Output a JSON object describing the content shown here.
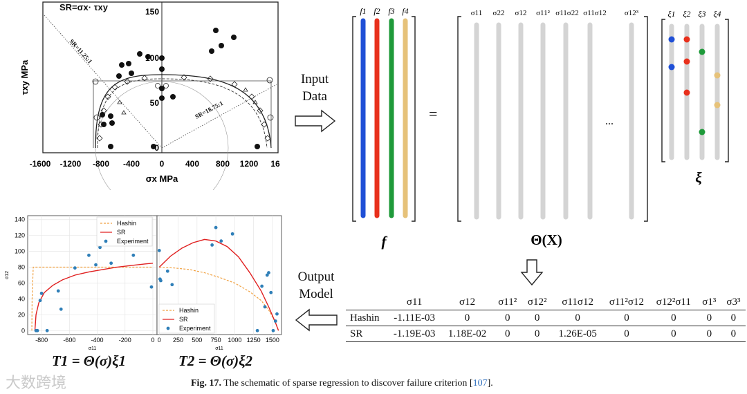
{
  "experimental_plot": {
    "title": "SR=σx· τxy",
    "xlabel": "σx MPa",
    "ylabel": "τxy MPa",
    "x_ticks": [
      "-1600",
      "-1200",
      "-800",
      "-400",
      "0",
      "400",
      "800",
      "1200",
      "16"
    ],
    "y_ticks": [
      "150",
      "100",
      "50",
      "0"
    ],
    "line_label_left": "SR=11.25:1",
    "line_label_right": "SR=18.75:1"
  },
  "arrows": {
    "input_label": "Input\nData",
    "output_label": "Output\nModel"
  },
  "feature_matrix": {
    "f_labels": [
      "f1",
      "f2",
      "f3",
      "f4"
    ],
    "f_colors": [
      "#1f4fd6",
      "#e8301c",
      "#1f9a3a",
      "#e6c27a"
    ],
    "f_symbol": "f",
    "equals": "=",
    "theta_labels": [
      "σ11",
      "σ22",
      "σ12",
      "σ11²",
      "σ11σ22",
      "σ11σ12",
      "σ12³"
    ],
    "ellipsis": "...",
    "theta_symbol": "Θ(X)",
    "xi_labels": [
      "ξ1",
      "ξ2",
      "ξ3",
      "ξ4"
    ],
    "xi_symbol": "ξ"
  },
  "coef_table": {
    "headers": [
      "",
      "σ11",
      "σ12",
      "σ11²",
      "σ12²",
      "σ11σ12",
      "σ11²σ12",
      "σ12²σ11",
      "σ1³",
      "σ3³"
    ],
    "rows": [
      [
        "Hashin",
        "-1.11E-03",
        "0",
        "0",
        "0",
        "0",
        "0",
        "0",
        "0",
        "0"
      ],
      [
        "SR",
        "-1.19E-03",
        "1.18E-02",
        "0",
        "0",
        "1.26E-05",
        "0",
        "0",
        "0",
        "0"
      ]
    ]
  },
  "chart_data": [
    {
      "type": "line",
      "title": "",
      "xlabel": "σ11",
      "ylabel": "σ12",
      "xlim": [
        -900,
        30
      ],
      "ylim": [
        -5,
        145
      ],
      "x_ticks": [
        -800,
        -600,
        -400,
        -200,
        0
      ],
      "y_ticks": [
        0,
        20,
        40,
        60,
        80,
        100,
        120,
        140
      ],
      "legend": "top-center",
      "series": [
        {
          "name": "Hashin",
          "kind": "line",
          "style": "dashed",
          "color": "#f0a040",
          "x": [
            -870,
            -868,
            -860,
            -800,
            -700,
            -600,
            -500,
            -400,
            -300,
            -200,
            -100,
            0
          ],
          "y": [
            0,
            40,
            80,
            80,
            80,
            80,
            80,
            80,
            80,
            80,
            80,
            80
          ]
        },
        {
          "name": "SR",
          "kind": "line",
          "color": "#e02020",
          "x": [
            -848,
            -840,
            -820,
            -780,
            -720,
            -650,
            -560,
            -460,
            -360,
            -260,
            -160,
            -60,
            0
          ],
          "y": [
            0,
            20,
            35,
            48,
            57,
            64,
            70,
            74,
            77,
            80,
            82,
            84,
            85
          ]
        },
        {
          "name": "Experiment",
          "kind": "scatter",
          "color": "#2f7fb8",
          "x": [
            -840,
            -830,
            -810,
            -800,
            -760,
            -680,
            -660,
            -560,
            -460,
            -410,
            -380,
            -300,
            -230,
            -140,
            -10
          ],
          "y": [
            0,
            0,
            38,
            47,
            0,
            50,
            27,
            79,
            95,
            83,
            105,
            85,
            120,
            95,
            55
          ]
        }
      ]
    },
    {
      "type": "line",
      "title": "",
      "xlabel": "σ11",
      "ylabel": "",
      "xlim": [
        -30,
        1620
      ],
      "ylim": [
        -5,
        145
      ],
      "x_ticks": [
        0,
        250,
        500,
        750,
        1000,
        1250,
        1500
      ],
      "y_ticks": [],
      "legend": "bottom-left",
      "series": [
        {
          "name": "Hashin",
          "kind": "line",
          "style": "dashed",
          "color": "#f0a040",
          "x": [
            0,
            200,
            400,
            600,
            800,
            1000,
            1200,
            1350,
            1450,
            1520,
            1560,
            1580
          ],
          "y": [
            80,
            79,
            77,
            73,
            67,
            60,
            49,
            38,
            26,
            14,
            5,
            0
          ]
        },
        {
          "name": "SR",
          "kind": "line",
          "color": "#e02020",
          "x": [
            0,
            150,
            300,
            450,
            600,
            750,
            900,
            1050,
            1200,
            1350,
            1450,
            1540,
            1580
          ],
          "y": [
            80,
            94,
            104,
            111,
            115,
            113,
            106,
            93,
            73,
            50,
            30,
            10,
            0
          ]
        },
        {
          "name": "Experiment",
          "kind": "scatter",
          "color": "#2f7fb8",
          "x": [
            0,
            10,
            20,
            110,
            170,
            700,
            750,
            820,
            970,
            1300,
            1360,
            1400,
            1430,
            1450,
            1480,
            1510,
            1540,
            1560
          ],
          "y": [
            101,
            65,
            63,
            75,
            58,
            108,
            130,
            113,
            122,
            0,
            56,
            30,
            70,
            73,
            48,
            0,
            12,
            21
          ]
        }
      ]
    }
  ],
  "bottom_labels": {
    "left": "T1 = Θ(σ)ξ1",
    "right": "T2 = Θ(σ)ξ2"
  },
  "caption": {
    "prefix": "Fig. 17.",
    "text": "The schematic of sparse regression to discover failure criterion [",
    "ref": "107",
    "suffix": "]."
  },
  "watermark": "大数跨境"
}
